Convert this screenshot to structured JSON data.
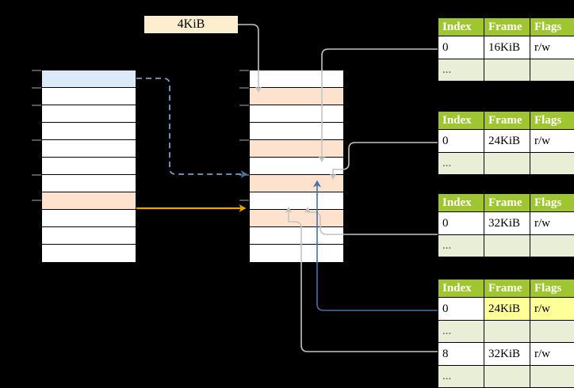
{
  "diagram": {
    "title_label": "4KiB",
    "left_column": {
      "name": "virtual-address-space",
      "rows": [
        {
          "fill": "blue"
        },
        {
          "fill": "white"
        },
        {
          "fill": "white"
        },
        {
          "fill": "white"
        },
        {
          "fill": "white"
        },
        {
          "fill": "white"
        },
        {
          "fill": "white"
        },
        {
          "fill": "peach"
        },
        {
          "fill": "white"
        },
        {
          "fill": "white"
        },
        {
          "fill": "white"
        }
      ]
    },
    "middle_column": {
      "name": "physical-memory",
      "rows": [
        {
          "fill": "white"
        },
        {
          "fill": "peach"
        },
        {
          "fill": "white"
        },
        {
          "fill": "white"
        },
        {
          "fill": "peach"
        },
        {
          "fill": "white"
        },
        {
          "fill": "peach"
        },
        {
          "fill": "white"
        },
        {
          "fill": "peach"
        },
        {
          "fill": "white"
        },
        {
          "fill": "white"
        }
      ]
    },
    "page_tables": [
      {
        "id": "page-table-1",
        "headers": [
          "Index",
          "Frame",
          "Flags"
        ],
        "rows": [
          {
            "type": "data",
            "index": "0",
            "frame": "16KiB",
            "flags": "r/w",
            "highlight": []
          },
          {
            "type": "ellipsis",
            "index": "...",
            "frame": "",
            "flags": "",
            "highlight": []
          }
        ]
      },
      {
        "id": "page-table-2",
        "headers": [
          "Index",
          "Frame",
          "Flags"
        ],
        "rows": [
          {
            "type": "data",
            "index": "0",
            "frame": "24KiB",
            "flags": "r/w",
            "highlight": []
          },
          {
            "type": "ellipsis",
            "index": "...",
            "frame": "",
            "flags": "",
            "highlight": []
          }
        ]
      },
      {
        "id": "page-table-3",
        "headers": [
          "Index",
          "Frame",
          "Flags"
        ],
        "rows": [
          {
            "type": "data",
            "index": "0",
            "frame": "32KiB",
            "flags": "r/w",
            "highlight": []
          },
          {
            "type": "ellipsis",
            "index": "...",
            "frame": "",
            "flags": "",
            "highlight": []
          }
        ]
      },
      {
        "id": "page-table-4",
        "headers": [
          "Index",
          "Frame",
          "Flags"
        ],
        "rows": [
          {
            "type": "data",
            "index": "0",
            "frame": "24KiB",
            "flags": "r/w",
            "highlight": [
              "frame",
              "flags"
            ]
          },
          {
            "type": "ellipsis",
            "index": "...",
            "frame": "",
            "flags": "",
            "highlight": []
          },
          {
            "type": "data",
            "index": "8",
            "frame": "32KiB",
            "flags": "r/w",
            "highlight": []
          },
          {
            "type": "ellipsis",
            "index": "...",
            "frame": "",
            "flags": "",
            "highlight": []
          }
        ]
      }
    ],
    "colors": {
      "header_green": "#9fc531",
      "ellipsis_green": "#e9efd6",
      "highlight_yellow": "#ffff99",
      "peach": "#fde3cd",
      "blue_row": "#dce9f9",
      "blue_arrow": "#4472a8",
      "orange_arrow": "#e8a300",
      "gray_wire": "#bdbdbd",
      "background": "#000000"
    }
  }
}
